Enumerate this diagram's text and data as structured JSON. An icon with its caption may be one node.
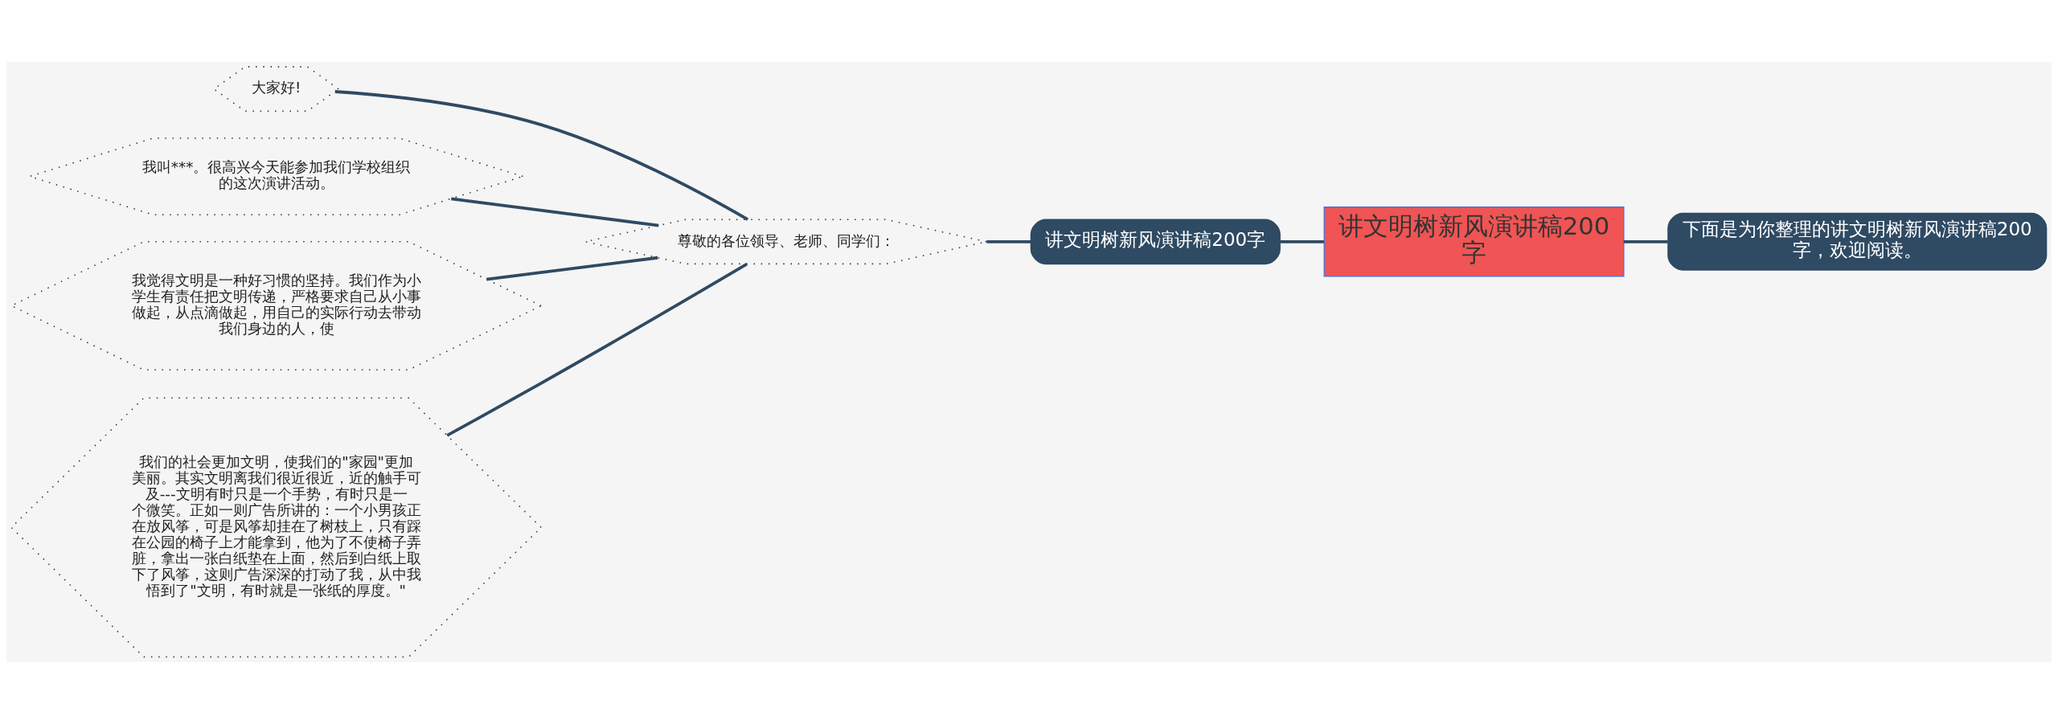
{
  "diagram": {
    "nodes": [
      {
        "text": [
          "讲文明树新风演讲稿200字"
        ]
      },
      {
        "text": [
          "下面是为你整理的讲文明树新风演讲稿200字，欢迎阅读。"
        ]
      },
      {
        "text": [
          "讲文明树新风演讲稿200字"
        ]
      },
      {
        "text": [
          "尊敬的各位领导、老师、同学们："
        ]
      },
      {
        "text": [
          "大家好!"
        ]
      },
      {
        "text": [
          "我叫***。很高兴今天能参加我们学校组织的这次演讲活动。"
        ]
      },
      {
        "text": [
          "我觉得文明是一种好习惯的坚持。我们作为小学生有责任把文明传递，严格要求自己从小事做起，从点滴做起，用自己的实际行动去带动我们身边的人，使"
        ]
      },
      {
        "text": [
          "我们的社会更加文明，使我们的\"家园\"更加美丽。其实文明离我们很近很近，近的触手可及---文明有时只是一个手势，有时只是一个微笑。正如一则广告所讲的：一个小男孩正在放风筝，可是风筝却挂在了树枝上，只有踩在公园的椅子上才能拿到，他为了不使椅子弄脏，拿出一张白纸垫在上面，然后到白纸上取下了风筝，这则广告深深的打动了我，从中我悟到了\"文明，有时就是一张纸的厚度。\""
        ]
      }
    ],
    "edges": [
      {
        "from": 0,
        "to": 1,
        "arrow": "none"
      },
      {
        "from": 0,
        "to": 2,
        "arrow": "none"
      },
      {
        "from": 2,
        "to": 3,
        "arrow": "none"
      },
      {
        "from": 3,
        "to": 4,
        "arrow": "none"
      },
      {
        "from": 3,
        "to": 5,
        "arrow": "none"
      },
      {
        "from": 3,
        "to": 6,
        "arrow": "none"
      },
      {
        "from": 3,
        "to": 7,
        "arrow": "none"
      }
    ]
  }
}
